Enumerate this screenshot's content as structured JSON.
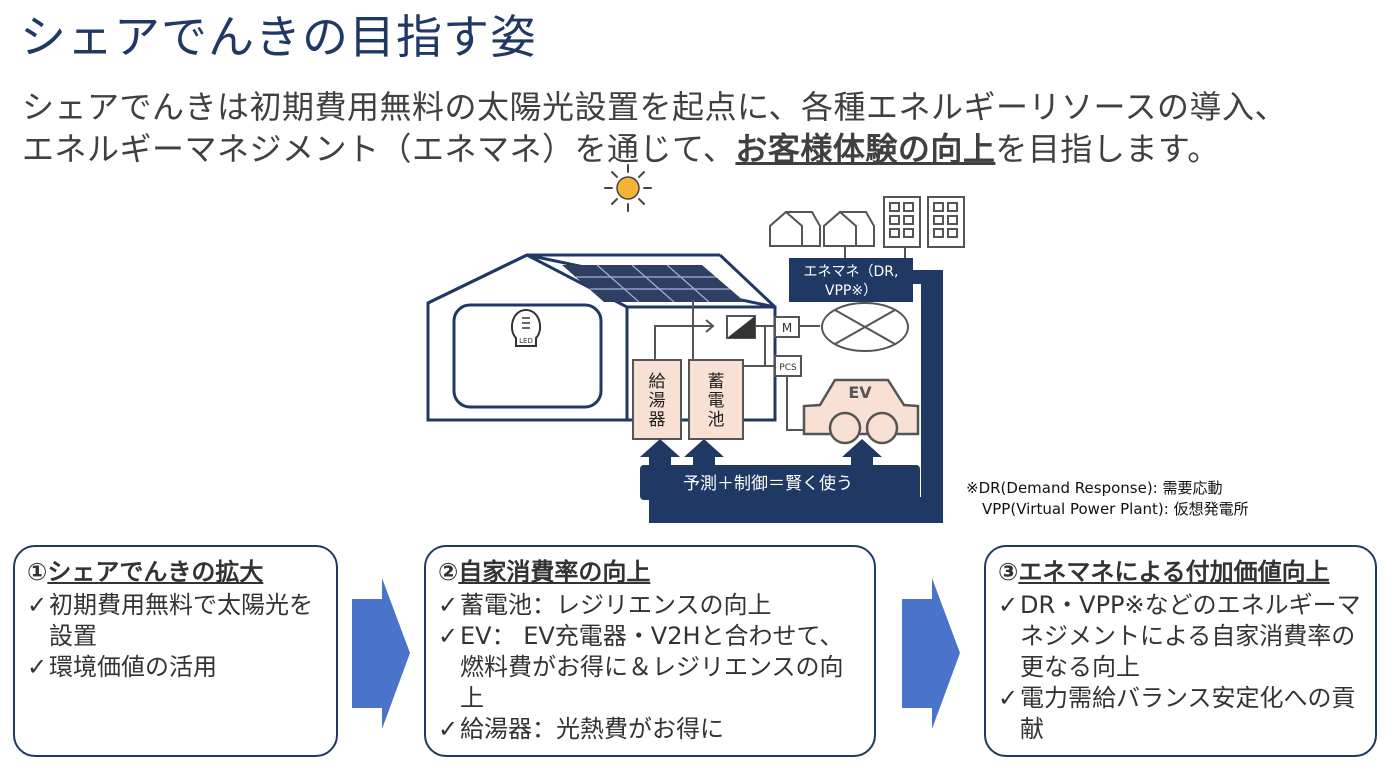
{
  "page": {
    "title": "シェアでんきの目指す姿",
    "subtitle_line1": "シェアでんきは初期費用無料の太陽光設置を起点に、各種エネルギーリソースの導入、",
    "subtitle_line2_pre": "エネルギーマネジメント（エネマネ）を通じて、",
    "subtitle_line2_em": "お客様体験の向上",
    "subtitle_line2_post": "を目指します。"
  },
  "diagram": {
    "water_heater": [
      "給",
      "湯",
      "器"
    ],
    "battery": [
      "蓄",
      "電",
      "池"
    ],
    "enemane_line1": "エネマネ（DR,",
    "enemane_line2": "VPP※）",
    "meter": "M",
    "pcs": "PCS",
    "ev": "EV",
    "control": "予測＋制御＝賢く使う",
    "bulb": "LED",
    "icons": [
      "sun-icon",
      "house-icon",
      "building-icon",
      "bulb-icon",
      "ev-car-icon",
      "power-grid-icon"
    ],
    "colors": {
      "navy": "#1f3864",
      "orange": "#f5b335",
      "peach": "#f8e1d4",
      "panel": "#2f3f63",
      "arrow_blue": "#4a74c9"
    }
  },
  "note": {
    "line1": "※DR(Demand Response): 需要応動",
    "line2": "VPP(Virtual Power Plant): 仮想発電所"
  },
  "cards": [
    {
      "num": "①",
      "title": "シェアでんきの拡大",
      "items": [
        "初期費用無料で太陽光を設置",
        "環境価値の活用"
      ]
    },
    {
      "num": "②",
      "title": "自家消費率の向上",
      "items": [
        "蓄電池：レジリエンスの向上",
        "EV： EV充電器・V2Hと合わせて、燃料費がお得に＆レジリエンスの向上",
        "給湯器：光熱費がお得に"
      ]
    },
    {
      "num": "③",
      "title": "エネマネによる付加価値向上",
      "items": [
        "DR・VPP※などのエネルギーマネジメントによる自家消費率の更なる向上",
        "電力需給バランス安定化への貢献"
      ]
    }
  ]
}
